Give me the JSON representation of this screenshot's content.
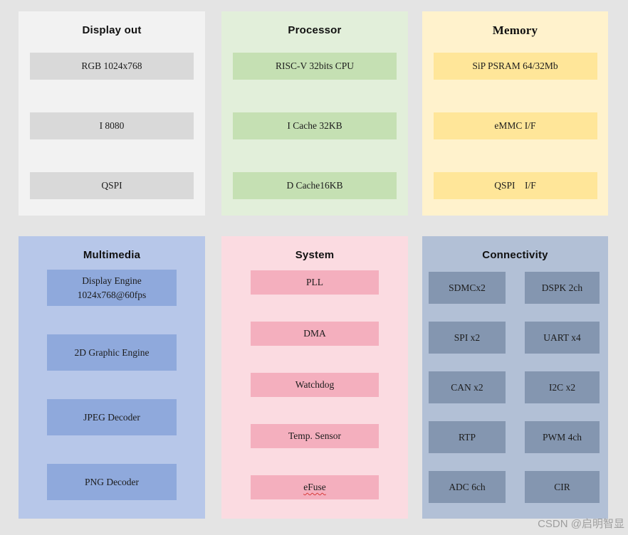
{
  "page": {
    "background": "#e4e4e4",
    "watermark": "CSDN @启明智显"
  },
  "panels": [
    {
      "id": "display-out",
      "title": "Display out",
      "colors": {
        "panel": "#f2f2f2",
        "item": "#d9d9d9"
      },
      "items": [
        {
          "label": "RGB 1024x768"
        },
        {
          "label": "I 8080"
        },
        {
          "label": "QSPI"
        }
      ]
    },
    {
      "id": "processor",
      "title": "Processor",
      "colors": {
        "panel": "#e2efda",
        "item": "#c5e0b3"
      },
      "items": [
        {
          "label": "RISC-V 32bits CPU"
        },
        {
          "label": "I Cache 32KB"
        },
        {
          "label": "D Cache16KB"
        }
      ]
    },
    {
      "id": "memory",
      "title": "Memory",
      "colors": {
        "panel": "#fff2cc",
        "item": "#ffe699"
      },
      "items": [
        {
          "label": "SiP PSRAM 64/32Mb"
        },
        {
          "label": "eMMC I/F"
        },
        {
          "label": "QSPI    I/F"
        }
      ]
    },
    {
      "id": "multimedia",
      "title": "Multimedia",
      "colors": {
        "panel": "#b7c7e9",
        "item": "#8fa9dc"
      },
      "items": [
        {
          "label": "Display Engine",
          "sublabel": "1024x768@60fps"
        },
        {
          "label": "2D Graphic Engine"
        },
        {
          "label": "JPEG Decoder"
        },
        {
          "label": "PNG Decoder"
        }
      ]
    },
    {
      "id": "system",
      "title": "System",
      "colors": {
        "panel": "#fbdbe1",
        "item": "#f4afbe"
      },
      "items": [
        {
          "label": "PLL"
        },
        {
          "label": "DMA"
        },
        {
          "label": "Watchdog"
        },
        {
          "label": "Temp. Sensor"
        },
        {
          "label": "eFuse",
          "spellcheck_marked": true
        }
      ]
    },
    {
      "id": "connectivity",
      "title": "Connectivity",
      "colors": {
        "panel": "#b2c0d6",
        "item": "#8496b0"
      },
      "items": [
        {
          "label": "SDMCx2"
        },
        {
          "label": "DSPK 2ch"
        },
        {
          "label": "SPI x2"
        },
        {
          "label": "UART x4"
        },
        {
          "label": "CAN x2"
        },
        {
          "label": "I2C x2"
        },
        {
          "label": "RTP"
        },
        {
          "label": "PWM 4ch"
        },
        {
          "label": "ADC 6ch"
        },
        {
          "label": "CIR"
        }
      ]
    }
  ]
}
